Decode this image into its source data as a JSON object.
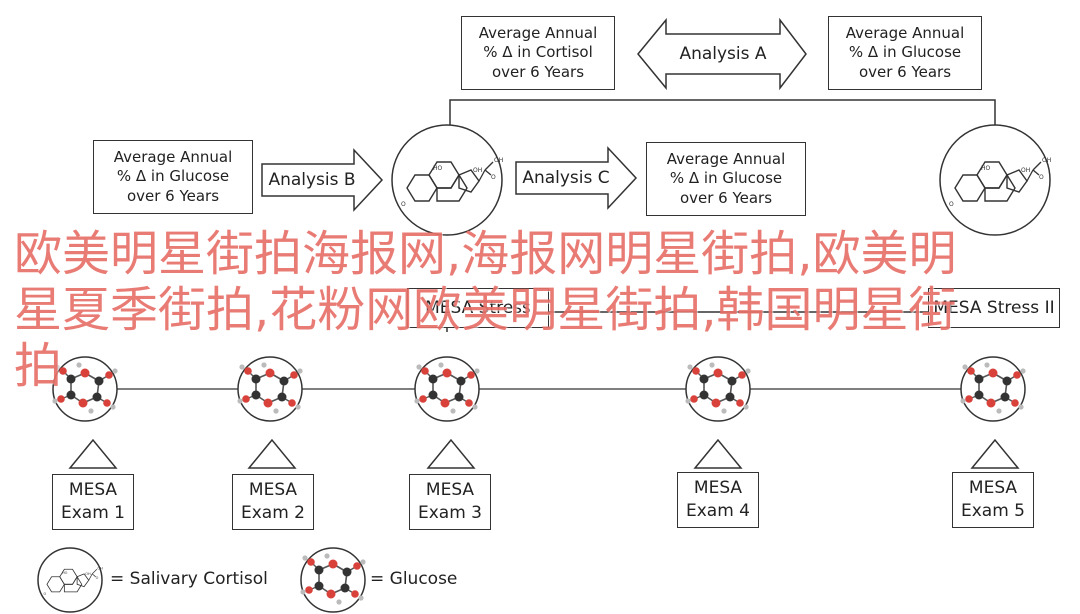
{
  "colors": {
    "stroke": "#333333",
    "text": "#222222",
    "watermark": "#e8706a"
  },
  "top_boxes": {
    "cortisol": [
      "Average Annual",
      "% Δ in Cortisol",
      "over 6 Years"
    ],
    "glucose_top": [
      "Average Annual",
      "% Δ in Glucose",
      "over 6 Years"
    ]
  },
  "mid_boxes": {
    "glucose_left": [
      "Average Annual",
      "% Δ in Glucose",
      "over 6 Years"
    ],
    "glucose_right": [
      "Average Annual",
      "% Δ in Glucose",
      "over 6 Years"
    ]
  },
  "arrows": {
    "analysis_a": "Analysis A",
    "analysis_b": "Analysis B",
    "analysis_c": "Analysis C"
  },
  "stress": {
    "stress_1": "MESA Stress",
    "stress_2": "MESA Stress II"
  },
  "exams": [
    [
      "MESA",
      "Exam 1"
    ],
    [
      "MESA",
      "Exam 2"
    ],
    [
      "MESA",
      "Exam 3"
    ],
    [
      "MESA",
      "Exam 4"
    ],
    [
      "MESA",
      "Exam 5"
    ]
  ],
  "legend": {
    "cortisol": "= Salivary Cortisol",
    "glucose": "= Glucose"
  },
  "watermark_text": "欧美明星街拍海报网,海报网明星街拍,欧美明星夏季街拍,花粉网欧美明星街拍,韩国明星街拍",
  "icons": {
    "steroid": "cortisol-molecule-icon",
    "glucose": "glucose-molecule-icon",
    "triangle": "triangle-marker-icon"
  }
}
